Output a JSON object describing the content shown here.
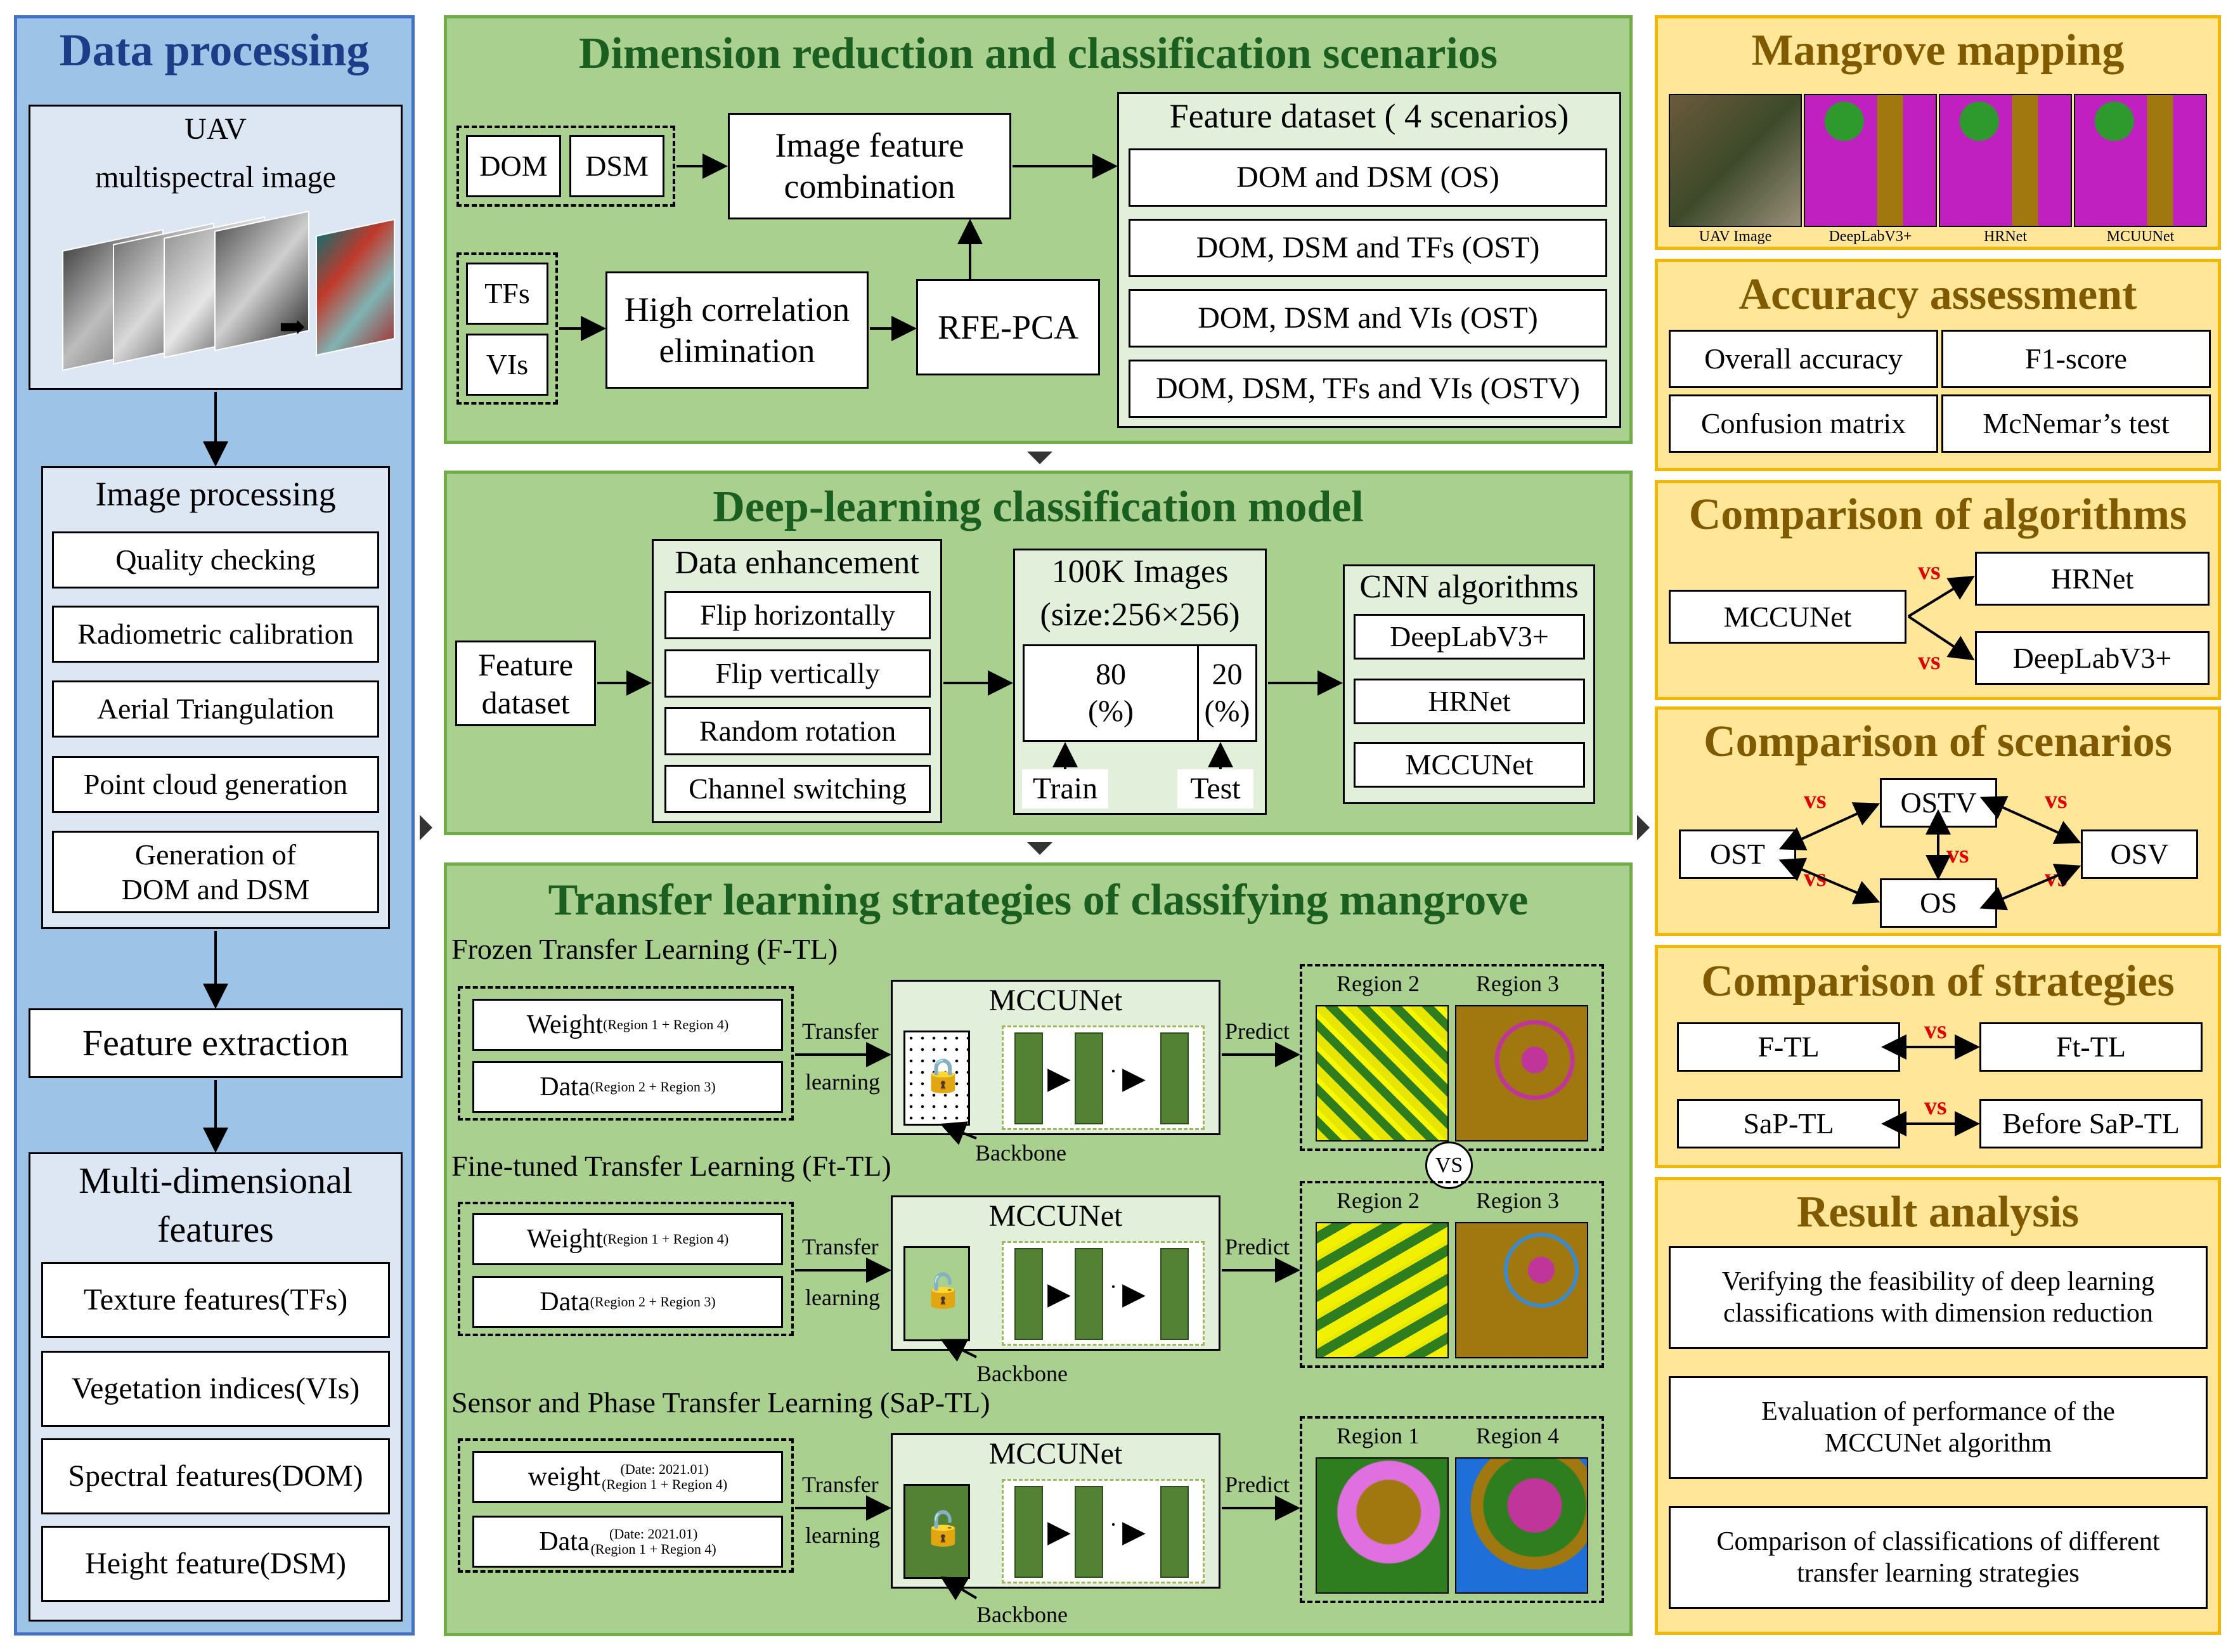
{
  "data_processing": {
    "title": "Data processing",
    "uav_title_1": "UAV",
    "uav_title_2": "multispectral image",
    "image_processing": {
      "title": "Image processing",
      "items": [
        "Quality checking",
        "Radiometric calibration",
        "Aerial Triangulation",
        "Point cloud generation",
        "Generation of DOM and DSM"
      ]
    },
    "feature_extraction": "Feature extraction",
    "multi_dim": {
      "title_1": "Multi-dimensional",
      "title_2": "features",
      "items": [
        "Texture features(TFs)",
        "Vegetation indices(VIs)",
        "Spectral features(DOM)",
        "Height feature(DSM)"
      ]
    }
  },
  "dimension": {
    "title": "Dimension reduction and classification scenarios",
    "dom": "DOM",
    "dsm": "DSM",
    "tfs": "TFs",
    "vis": "VIs",
    "image_feature_1": "Image feature",
    "image_feature_2": "combination",
    "high_corr_1": "High correlation",
    "high_corr_2": "elimination",
    "rfe_pca": "RFE-PCA",
    "feature_dataset_title": "Feature dataset ( 4 scenarios)",
    "scenarios": [
      "DOM and DSM (OS)",
      "DOM, DSM and TFs (OST)",
      "DOM, DSM and VIs (OST)",
      "DOM, DSM, TFs and VIs (OSTV)"
    ]
  },
  "deep": {
    "title": "Deep-learning classification model",
    "feature_dataset_1": "Feature",
    "feature_dataset_2": "dataset",
    "enh_title": "Data enhancement",
    "enh_items": [
      "Flip horizontally",
      "Flip vertically",
      "Random rotation",
      "Channel switching"
    ],
    "images_1": "100K Images",
    "images_2": "(size:256×256)",
    "train_pct": "80",
    "test_pct": "20",
    "pct": "(%)",
    "train": "Train",
    "test": "Test",
    "cnn_title": "CNN algorithms",
    "cnn_items": [
      "DeepLabV3+",
      "HRNet",
      "MCCUNet"
    ]
  },
  "transfer": {
    "title": "Transfer learning strategies of  classifying mangrove",
    "strategies": [
      {
        "name": "Frozen Transfer Learning (F-TL)",
        "weight": "Weight",
        "weight_sub": "(Region 1 + Region 4)",
        "weight_sup": "",
        "data": "Data",
        "data_sub": "(Region 2 + Region 3)",
        "data_sup": "",
        "region_a": "Region 2",
        "region_b": "Region 3"
      },
      {
        "name": "Fine-tuned Transfer Learning (Ft-TL)",
        "weight": "Weight",
        "weight_sub": "(Region 1 + Region 4)",
        "weight_sup": "",
        "data": "Data",
        "data_sub": "(Region 2 + Region 3)",
        "data_sup": "",
        "region_a": "Region 2",
        "region_b": "Region 3"
      },
      {
        "name": "Sensor and Phase Transfer Learning (SaP-TL)",
        "weight": "weight",
        "weight_sub": "(Region 1 + Region 4)",
        "weight_sup": "(Date: 2021.01)",
        "data": "Data",
        "data_sub": "(Region 1 + Region 4)",
        "data_sup": "(Date: 2021.01)",
        "region_a": "Region 1",
        "region_b": "Region 4"
      }
    ],
    "model": "MCCUNet",
    "transfer_1": "Transfer",
    "transfer_2": "learning",
    "predict": "Predict",
    "backbone": "Backbone",
    "vs": "VS"
  },
  "mapping": {
    "title": "Mangrove  mapping",
    "captions": [
      "UAV Image",
      "DeepLabV3+",
      "HRNet",
      "MCUUNet"
    ]
  },
  "accuracy": {
    "title": "Accuracy assessment",
    "items": [
      "Overall accuracy",
      "F1-score",
      "Confusion matrix",
      "McNemar’s test"
    ]
  },
  "algorithms": {
    "title": "Comparison of algorithms",
    "main": "MCCUNet",
    "a": "HRNet",
    "b": "DeepLabV3+",
    "vs": "vs"
  },
  "scenarios_cmp": {
    "title": "Comparison of scenarios",
    "ostv": "OSTV",
    "ost": "OST",
    "osv": "OSV",
    "os": "OS",
    "vs": "vs"
  },
  "strategies_cmp": {
    "title": "Comparison of strategies",
    "ftl": "F-TL",
    "fttl": "Ft-TL",
    "saptl": "SaP-TL",
    "before": "Before SaP-TL",
    "vs": "vs"
  },
  "result": {
    "title": "Result analysis",
    "items": [
      "Verifying the feasibility of deep learning classifications with dimension reduction",
      "Evaluation of performance of  the MCCUNet algorithm",
      "Comparison of classifications of different transfer learning strategies"
    ]
  },
  "colors": {
    "blue_panel": "#9dc3e6",
    "green_panel": "#a9d08e",
    "gold_panel": "#ffe699",
    "vs_red": "#e00000",
    "dark_green": "#548235"
  }
}
